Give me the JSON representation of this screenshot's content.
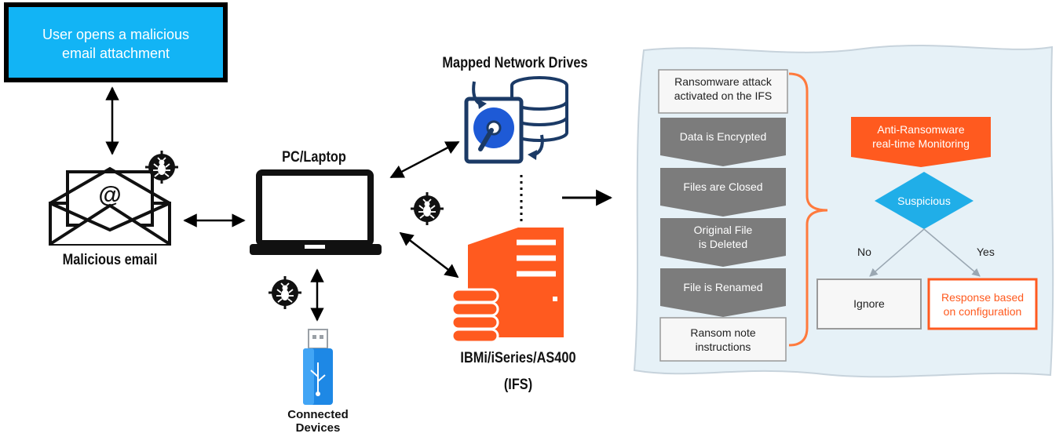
{
  "attack_box": {
    "line1": "User opens a malicious",
    "line2": "email attachment"
  },
  "email": {
    "label": "Malicious email",
    "glyph": "@"
  },
  "laptop": {
    "label": "PC/Laptop"
  },
  "devices": {
    "line1": "Connected",
    "line2": "Devices"
  },
  "drives": {
    "label": "Mapped Network Drives"
  },
  "server": {
    "line1": "IBMi/iSeries/AS400",
    "line2": "(IFS)"
  },
  "flow": {
    "steps": [
      {
        "line1": "Ransomware attack",
        "line2": "activated on the IFS"
      },
      {
        "line1": "Data is Encrypted",
        "line2": ""
      },
      {
        "line1": "Files are Closed",
        "line2": ""
      },
      {
        "line1": "Original File",
        "line2": "is Deleted"
      },
      {
        "line1": "File is Renamed",
        "line2": ""
      },
      {
        "line1": "Ransom note",
        "line2": "instructions"
      }
    ],
    "monitor": {
      "line1": "Anti-Ransomware",
      "line2": "real-time Monitoring"
    },
    "decision": "Suspicious",
    "no_label": "No",
    "yes_label": "Yes",
    "ignore": "Ignore",
    "response": {
      "line1": "Response based",
      "line2": "on configuration"
    }
  },
  "icons": {
    "bug": "bug-icon",
    "email": "envelope-icon",
    "laptop": "laptop-icon",
    "usb": "usb-drive-icon",
    "drives": "network-drive-icon",
    "server": "server-icon"
  },
  "colors": {
    "attack_box": "#12b4f5",
    "orange": "#ff5a1f",
    "usb_blue": "#1e88e5",
    "drive_navy": "#1b3a66",
    "flow_bg": "#e6f1f7",
    "step_gray": "#7c7c7c",
    "diamond": "#20aee8"
  }
}
